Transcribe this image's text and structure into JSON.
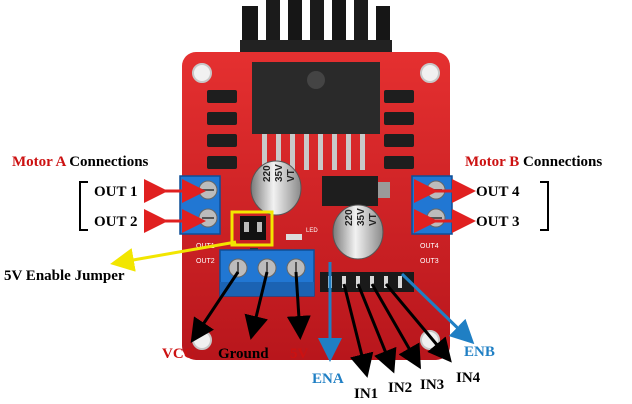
{
  "labels": {
    "motor_a_prefix": "Motor A",
    "motor_a_suffix": " Connections",
    "motor_b_prefix": "Motor B",
    "motor_b_suffix": " Connections",
    "out1": "OUT 1",
    "out2": "OUT 2",
    "out3": "OUT 3",
    "out4": "OUT 4",
    "jumper": "5V Enable Jumper",
    "vcc": "VCC",
    "ground": "Ground",
    "five_v": "5V",
    "ena": "ENA",
    "enb": "ENB",
    "in1": "IN1",
    "in2": "IN2",
    "in3": "IN3",
    "in4": "IN4"
  },
  "board_text": {
    "cap1": [
      "220",
      "35V",
      "VT"
    ],
    "cap2": [
      "220",
      "35V",
      "VT"
    ],
    "out1_silk": "OUT1",
    "out2_silk": "OUT2",
    "out3_silk": "OUT3",
    "out4_silk": "OUT4",
    "led_silk": "LED"
  },
  "colors": {
    "board": "#d8242a",
    "heatsink": "#1a1a1a",
    "terminal": "#1f76d2",
    "arrow_red": "#e02020",
    "arrow_black": "#000000",
    "arrow_blue": "#1f7fc4",
    "arrow_yellow": "#f2e600",
    "label_red": "#cc1111",
    "label_blue": "#1f7fc4"
  }
}
